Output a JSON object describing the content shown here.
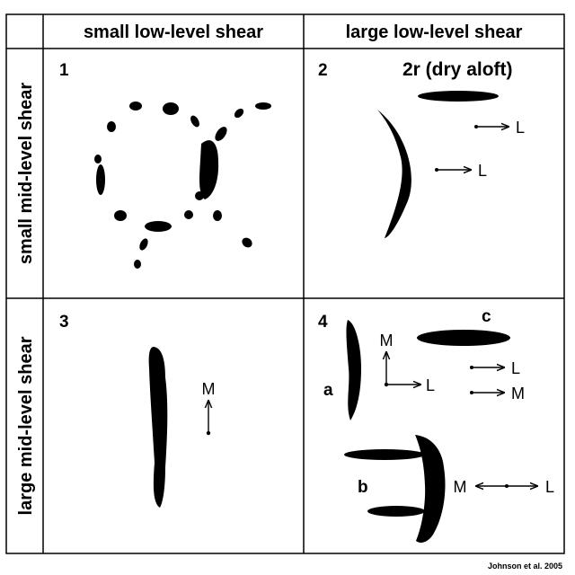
{
  "headers": {
    "col1": "small low-level shear",
    "col2": "large low-level shear",
    "row1": "small mid-level shear",
    "row2": "large mid-level shear"
  },
  "panels": {
    "p1": {
      "number": "1"
    },
    "p2": {
      "number": "2",
      "subtitle": "2r (dry aloft)",
      "arrow_upper": "L",
      "arrow_lower": "L"
    },
    "p3": {
      "number": "3",
      "arrow": "M"
    },
    "p4": {
      "number": "4",
      "label_a": "a",
      "label_b": "b",
      "label_c": "c",
      "axis_up": "M",
      "axis_right": "L",
      "arrow_c1": "L",
      "arrow_c2": "M",
      "arrow_b_left": "M",
      "arrow_b_right": "L"
    }
  },
  "credit": "Johnson et al. 2005"
}
